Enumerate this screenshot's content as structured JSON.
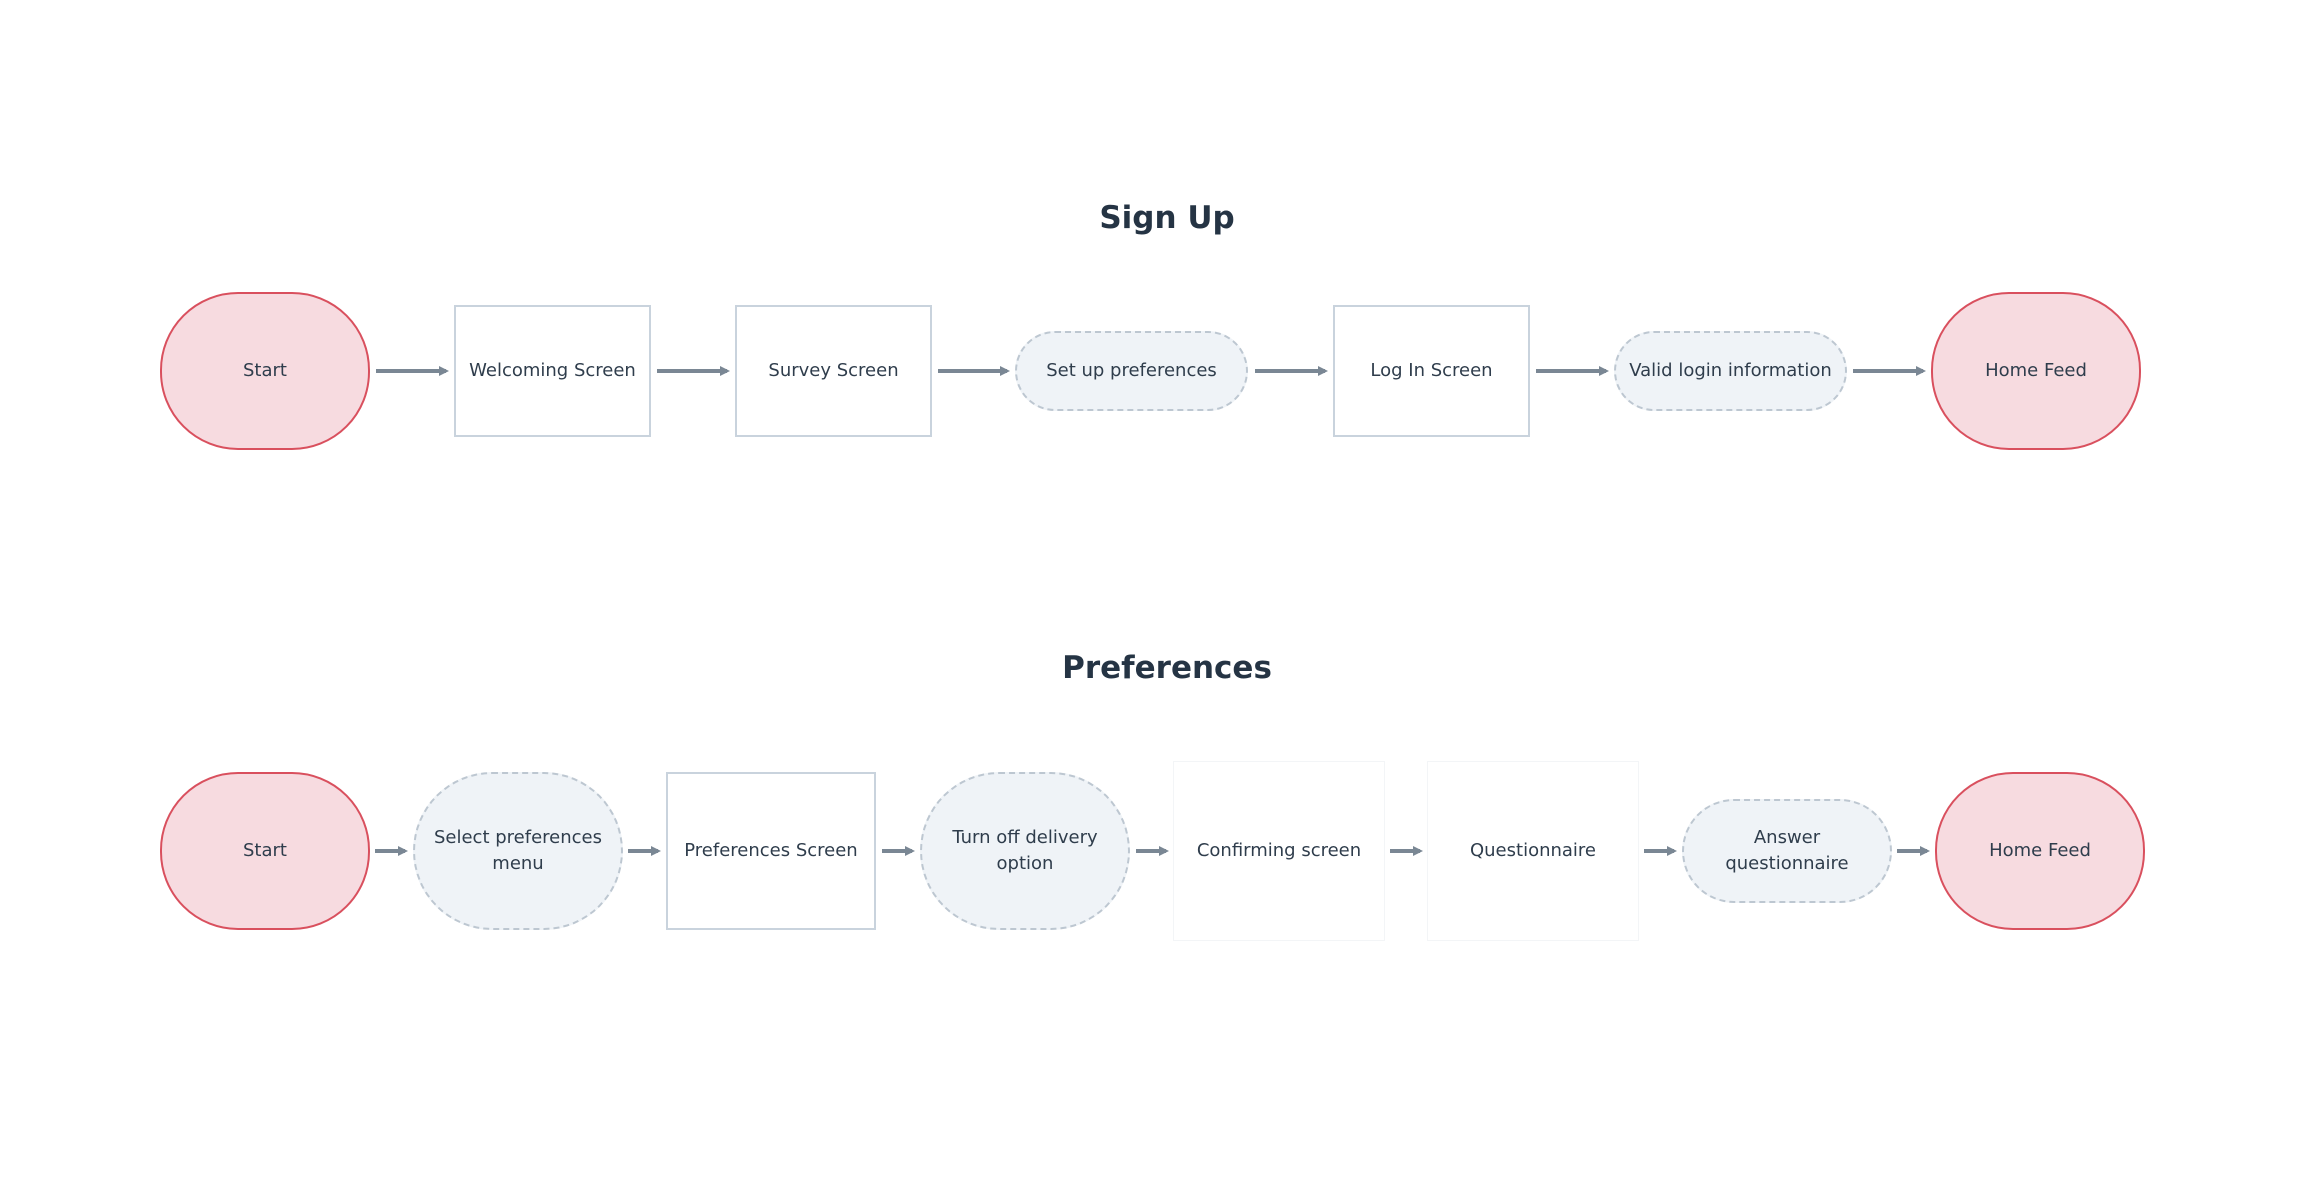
{
  "flows": {
    "signup": {
      "title": "Sign Up",
      "nodes": [
        {
          "label": "Start",
          "kind": "terminal"
        },
        {
          "label": "Welcoming Screen",
          "kind": "screen"
        },
        {
          "label": "Survey Screen",
          "kind": "screen"
        },
        {
          "label": "Set up preferences",
          "kind": "action"
        },
        {
          "label": "Log In Screen",
          "kind": "screen"
        },
        {
          "label": "Valid login information",
          "kind": "action"
        },
        {
          "label": "Home Feed",
          "kind": "terminal"
        }
      ]
    },
    "preferences": {
      "title": "Preferences",
      "nodes": [
        {
          "label": "Start",
          "kind": "terminal"
        },
        {
          "label": "Select preferences menu",
          "kind": "action"
        },
        {
          "label": "Preferences Screen",
          "kind": "screen"
        },
        {
          "label": "Turn off delivery option",
          "kind": "action"
        },
        {
          "label": "Confirming screen",
          "kind": "screen"
        },
        {
          "label": "Questionnaire",
          "kind": "screen"
        },
        {
          "label": "Answer questionnaire",
          "kind": "action"
        },
        {
          "label": "Home Feed",
          "kind": "terminal"
        }
      ]
    }
  },
  "colors": {
    "terminal_fill": "#f7dbe0",
    "terminal_stroke": "#d9505e",
    "screen_stroke": "#c9d3dd",
    "action_fill": "#eff3f7",
    "action_stroke": "#bdc7d1",
    "arrow": "#7a8794",
    "title": "#253444"
  }
}
